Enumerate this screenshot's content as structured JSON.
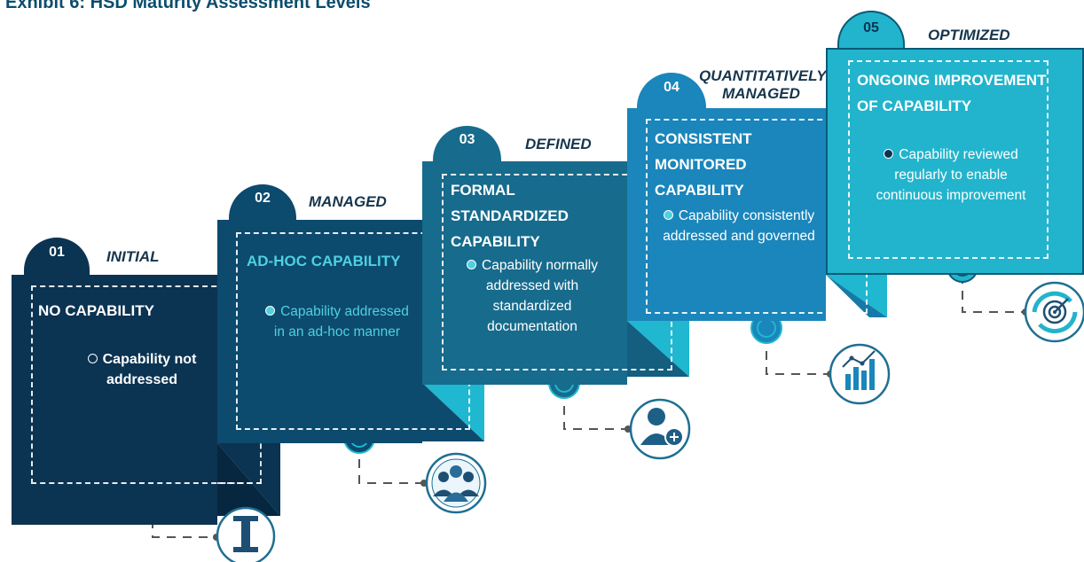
{
  "title": "Exhibit 6: HSD Maturity Assessment Levels",
  "colors": {
    "level1": "#0b3352",
    "level2": "#0c4a6e",
    "level3": "#176b8c",
    "level4": "#1a86bb",
    "level5": "#22b4cc",
    "accent": "#1fb8d0",
    "connector": "#555555"
  },
  "levels": [
    {
      "number": "01",
      "name": "INITIAL",
      "heading": [
        "NO CAPABILITY"
      ],
      "description": [
        "Capability not",
        "addressed"
      ],
      "icon": "information-icon"
    },
    {
      "number": "02",
      "name": "MANAGED",
      "heading": [
        "AD-HOC CAPABILITY"
      ],
      "description": [
        "Capability addressed",
        "in an ad-hoc manner"
      ],
      "icon": "team-icon"
    },
    {
      "number": "03",
      "name": "DEFINED",
      "heading": [
        "FORMAL",
        "STANDARDIZED",
        "CAPABILITY"
      ],
      "description": [
        "Capability normally",
        "addressed with",
        "standardized",
        "documentation"
      ],
      "icon": "add-user-icon"
    },
    {
      "number": "04",
      "name_lines": [
        "QUANTITATIVELY",
        "MANAGED"
      ],
      "heading": [
        "CONSISTENT",
        "MONITORED",
        "CAPABILITY"
      ],
      "description": [
        "Capability consistently",
        "addressed and governed"
      ],
      "icon": "growth-chart-icon"
    },
    {
      "number": "05",
      "name": "OPTIMIZED",
      "heading": [
        "ONGOING IMPROVEMENT",
        "OF CAPABILITY"
      ],
      "description": [
        "Capability reviewed",
        "regularly to enable",
        "continuous improvement"
      ],
      "icon": "target-cycle-icon"
    }
  ]
}
